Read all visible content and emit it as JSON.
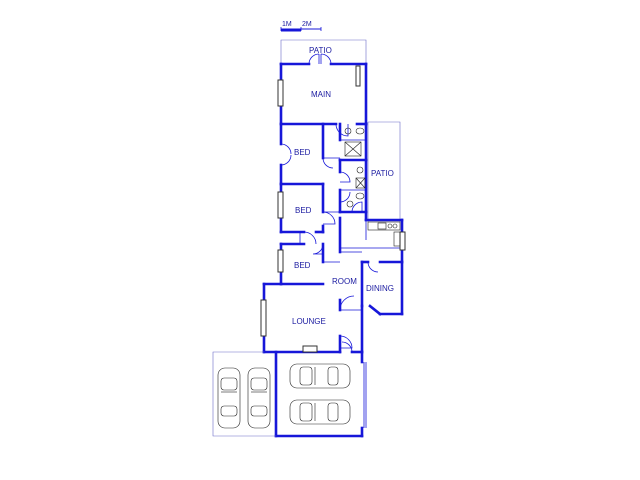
{
  "scale_bar": {
    "label_1": "1M",
    "label_2": "2M"
  },
  "rooms": {
    "patio_top": "PATIO",
    "main": "MAIN",
    "bed_1": "BED",
    "patio_side": "PATIO",
    "bed_2": "BED",
    "bed_3": "BED",
    "room": "ROOM",
    "dining": "DINING",
    "lounge": "LOUNGE"
  },
  "colors": {
    "wall": "#1717d9",
    "label": "#1a1aa0",
    "fixture": "#222222"
  }
}
